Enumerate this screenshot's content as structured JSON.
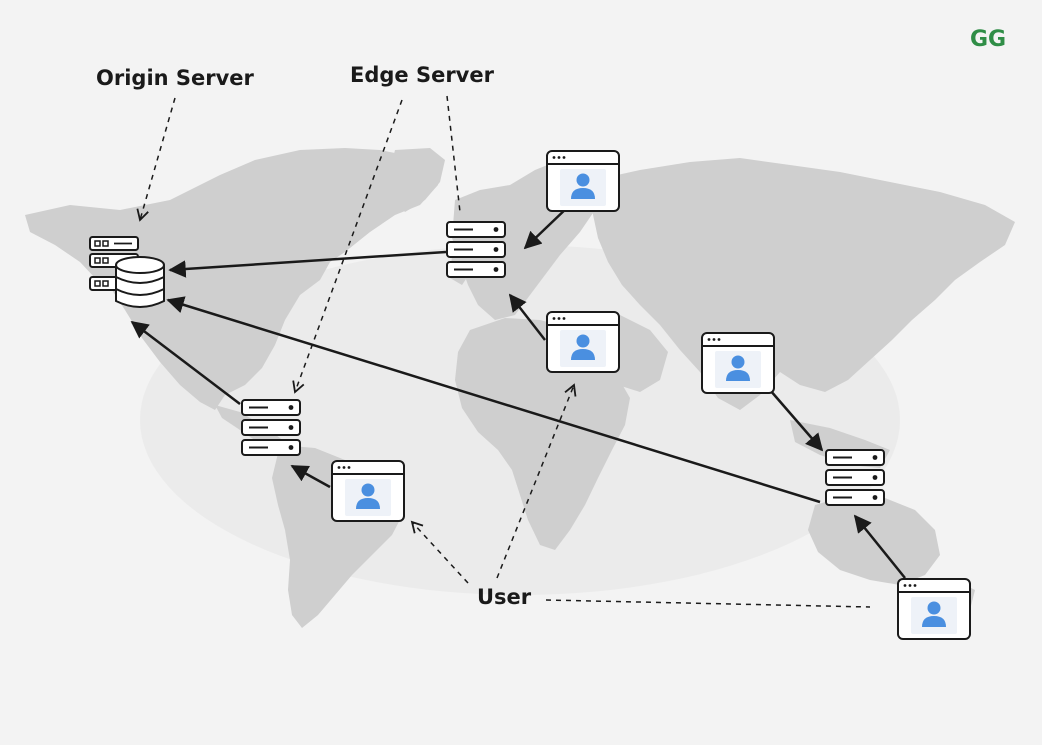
{
  "labels": {
    "origin_server": "Origin Server",
    "edge_server": "Edge Server",
    "user": "User"
  },
  "logo": {
    "text": "GG",
    "color": "#2f8d46"
  },
  "colors": {
    "background": "#f3f3f3",
    "land": "#cfcfcf",
    "user_icon": "#4a8fe0",
    "stroke": "#1a1a1a"
  },
  "icons": {
    "origin": "database-server-icon",
    "edge": "server-rack-icon",
    "user": "browser-user-icon"
  }
}
